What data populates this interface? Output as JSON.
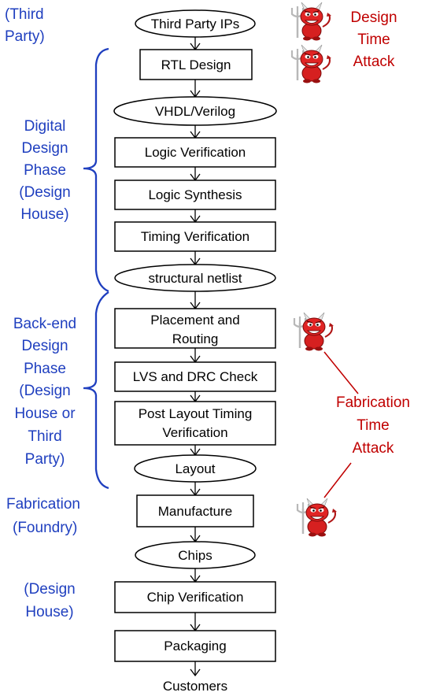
{
  "nodes": [
    {
      "id": "third-party-ips",
      "label": "Third Party IPs",
      "shape": "ellipse"
    },
    {
      "id": "rtl-design",
      "label": "RTL Design",
      "shape": "box"
    },
    {
      "id": "vhdl-verilog",
      "label": "VHDL/Verilog",
      "shape": "ellipse"
    },
    {
      "id": "logic-verification",
      "label": "Logic Verification",
      "shape": "box"
    },
    {
      "id": "logic-synthesis",
      "label": "Logic Synthesis",
      "shape": "box"
    },
    {
      "id": "timing-verification",
      "label": "Timing Verification",
      "shape": "box"
    },
    {
      "id": "structural-netlist",
      "label": "structural netlist",
      "shape": "ellipse"
    },
    {
      "id": "placement-routing",
      "lines": [
        "Placement and",
        "Routing"
      ],
      "shape": "box"
    },
    {
      "id": "lvs-drc-check",
      "label": "LVS and DRC Check",
      "shape": "box"
    },
    {
      "id": "post-layout-timing",
      "lines": [
        "Post Layout Timing",
        "Verification"
      ],
      "shape": "box"
    },
    {
      "id": "layout",
      "label": "Layout",
      "shape": "ellipse"
    },
    {
      "id": "manufacture",
      "label": "Manufacture",
      "shape": "box"
    },
    {
      "id": "chips",
      "label": "Chips",
      "shape": "ellipse"
    },
    {
      "id": "chip-verification",
      "label": "Chip Verification",
      "shape": "box"
    },
    {
      "id": "packaging",
      "label": "Packaging",
      "shape": "box"
    },
    {
      "id": "customers",
      "label": "Customers",
      "shape": "text"
    }
  ],
  "phases": [
    {
      "id": "third-party",
      "lines": [
        "(Third",
        "Party)"
      ]
    },
    {
      "id": "digital-design",
      "lines": [
        "Digital",
        "Design",
        "Phase",
        "(Design",
        "House)"
      ]
    },
    {
      "id": "back-end-design",
      "lines": [
        "Back-end",
        "Design",
        "Phase",
        "(Design",
        "House or",
        "Third",
        "Party)"
      ]
    },
    {
      "id": "fabrication",
      "lines": [
        "Fabrication",
        "(Foundry)"
      ]
    },
    {
      "id": "design-house",
      "lines": [
        "(Design",
        "House)"
      ]
    }
  ],
  "attacks": [
    {
      "id": "design-time-attack",
      "lines": [
        "Design",
        "Time",
        "Attack"
      ]
    },
    {
      "id": "fabrication-time-attack",
      "lines": [
        "Fabrication",
        "Time",
        "Attack"
      ]
    }
  ],
  "colors": {
    "phase": "#1f3fbf",
    "attack": "#c00000",
    "devil": "#d62020"
  },
  "icons": [
    "devil-icon"
  ]
}
